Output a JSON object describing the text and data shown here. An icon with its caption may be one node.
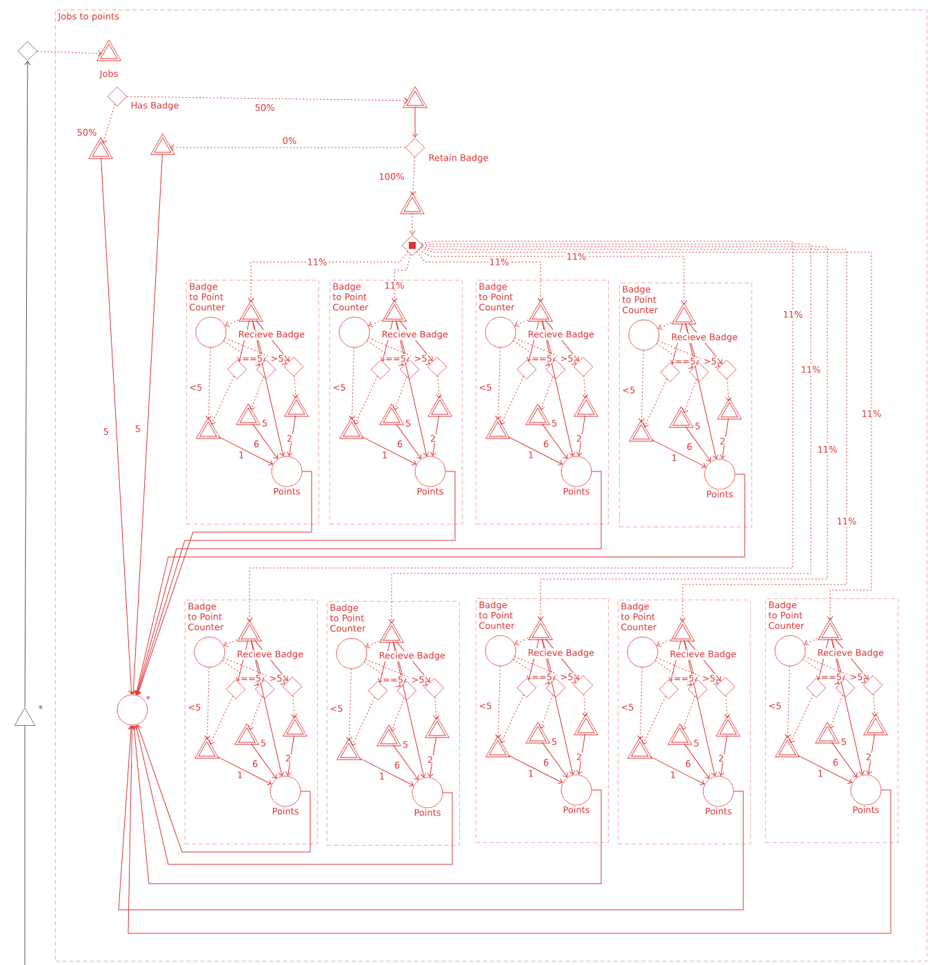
{
  "diagram": {
    "nodes": [
      {
        "text": [
          "Jobs to points"
        ]
      },
      {
        "text": [],
        "shape": "diamond"
      },
      {
        "text": [],
        "shape": "triangle",
        "beside": [
          "*"
        ]
      },
      {
        "text": [],
        "shape": "triangle",
        "beside": [
          "Jobs"
        ],
        "in": 0
      },
      {
        "text": [],
        "shape": "diamond",
        "beside": [
          "Has Badge"
        ],
        "in": 0
      },
      {
        "text": [],
        "shape": "triangle",
        "in": 0
      },
      {
        "text": [],
        "shape": "diamond",
        "beside": [
          "Retain Badge"
        ],
        "in": 0
      },
      {
        "text": [],
        "shape": "triangle",
        "in": 0
      },
      {
        "text": [],
        "shape": "triangle",
        "in": 0
      },
      {
        "text": [],
        "shape": "triangle",
        "in": 0
      },
      {
        "text": [],
        "shape": "dice",
        "in": 0
      },
      {
        "text": [],
        "shape": "circle",
        "beside": [
          "*"
        ],
        "in": 0
      },
      {
        "text": [
          "Badge to Point Counter"
        ],
        "in": 0
      },
      {
        "text": [],
        "shape": "circle",
        "in": 12
      },
      {
        "text": [],
        "shape": "triangle",
        "beside": [
          "Recieve Badge"
        ],
        "in": 12
      },
      {
        "text": [],
        "shape": "diamond",
        "in": 12
      },
      {
        "text": [],
        "shape": "diamond",
        "in": 12
      },
      {
        "text": [],
        "shape": "diamond",
        "in": 12
      },
      {
        "text": [],
        "shape": "triangle",
        "in": 12
      },
      {
        "text": [],
        "shape": "triangle",
        "in": 12
      },
      {
        "text": [],
        "shape": "triangle",
        "in": 12
      },
      {
        "text": [],
        "shape": "circle",
        "beside": [
          "Points"
        ],
        "in": 12
      },
      {
        "text": [
          "Badge to Point Counter"
        ],
        "in": 0
      },
      {
        "text": [],
        "shape": "circle",
        "in": 22
      },
      {
        "text": [],
        "shape": "triangle",
        "beside": [
          "Recieve Badge"
        ],
        "in": 22
      },
      {
        "text": [],
        "shape": "diamond",
        "in": 22
      },
      {
        "text": [],
        "shape": "diamond",
        "in": 22
      },
      {
        "text": [],
        "shape": "diamond",
        "in": 22
      },
      {
        "text": [],
        "shape": "triangle",
        "in": 22
      },
      {
        "text": [],
        "shape": "triangle",
        "in": 22
      },
      {
        "text": [],
        "shape": "triangle",
        "in": 22
      },
      {
        "text": [],
        "shape": "circle",
        "beside": [
          "Points"
        ],
        "in": 22
      },
      {
        "text": [
          "Badge to Point Counter"
        ],
        "in": 0
      },
      {
        "text": [],
        "shape": "circle",
        "in": 32
      },
      {
        "text": [],
        "shape": "triangle",
        "beside": [
          "Recieve Badge"
        ],
        "in": 32
      },
      {
        "text": [],
        "shape": "diamond",
        "in": 32
      },
      {
        "text": [],
        "shape": "diamond",
        "in": 32
      },
      {
        "text": [],
        "shape": "diamond",
        "in": 32
      },
      {
        "text": [],
        "shape": "triangle",
        "in": 32
      },
      {
        "text": [],
        "shape": "triangle",
        "in": 32
      },
      {
        "text": [],
        "shape": "triangle",
        "in": 32
      },
      {
        "text": [],
        "shape": "circle",
        "beside": [
          "Points"
        ],
        "in": 32
      },
      {
        "text": [
          "Badge to Point Counter"
        ],
        "in": 0
      },
      {
        "text": [],
        "shape": "circle",
        "in": 42
      },
      {
        "text": [],
        "shape": "triangle",
        "beside": [
          "Recieve Badge"
        ],
        "in": 42
      },
      {
        "text": [],
        "shape": "diamond",
        "in": 42
      },
      {
        "text": [],
        "shape": "diamond",
        "in": 42
      },
      {
        "text": [],
        "shape": "diamond",
        "in": 42
      },
      {
        "text": [],
        "shape": "triangle",
        "in": 42
      },
      {
        "text": [],
        "shape": "triangle",
        "in": 42
      },
      {
        "text": [],
        "shape": "triangle",
        "in": 42
      },
      {
        "text": [],
        "shape": "circle",
        "beside": [
          "Points"
        ],
        "in": 42
      },
      {
        "text": [
          "Badge to Point Counter"
        ],
        "in": 0
      },
      {
        "text": [],
        "shape": "circle",
        "in": 52
      },
      {
        "text": [],
        "shape": "triangle",
        "beside": [
          "Recieve Badge"
        ],
        "in": 52
      },
      {
        "text": [],
        "shape": "diamond",
        "in": 52
      },
      {
        "text": [],
        "shape": "diamond",
        "in": 52
      },
      {
        "text": [],
        "shape": "diamond",
        "in": 52
      },
      {
        "text": [],
        "shape": "triangle",
        "in": 52
      },
      {
        "text": [],
        "shape": "triangle",
        "in": 52
      },
      {
        "text": [],
        "shape": "triangle",
        "in": 52
      },
      {
        "text": [],
        "shape": "circle",
        "beside": [
          "Points"
        ],
        "in": 52
      },
      {
        "text": [
          "Badge to Point Counter"
        ],
        "in": 0
      },
      {
        "text": [],
        "shape": "circle",
        "in": 62
      },
      {
        "text": [],
        "shape": "triangle",
        "beside": [
          "Recieve Badge"
        ],
        "in": 62
      },
      {
        "text": [],
        "shape": "diamond",
        "in": 62
      },
      {
        "text": [],
        "shape": "diamond",
        "in": 62
      },
      {
        "text": [],
        "shape": "diamond",
        "in": 62
      },
      {
        "text": [],
        "shape": "triangle",
        "in": 62
      },
      {
        "text": [],
        "shape": "triangle",
        "in": 62
      },
      {
        "text": [],
        "shape": "triangle",
        "in": 62
      },
      {
        "text": [],
        "shape": "circle",
        "beside": [
          "Points"
        ],
        "in": 62
      },
      {
        "text": [
          "Badge to Point Counter"
        ],
        "in": 0
      },
      {
        "text": [],
        "shape": "circle",
        "in": 72
      },
      {
        "text": [],
        "shape": "triangle",
        "beside": [
          "Recieve Badge"
        ],
        "in": 72
      },
      {
        "text": [],
        "shape": "diamond",
        "in": 72
      },
      {
        "text": [],
        "shape": "diamond",
        "in": 72
      },
      {
        "text": [],
        "shape": "diamond",
        "in": 72
      },
      {
        "text": [],
        "shape": "triangle",
        "in": 72
      },
      {
        "text": [],
        "shape": "triangle",
        "in": 72
      },
      {
        "text": [],
        "shape": "triangle",
        "in": 72
      },
      {
        "text": [],
        "shape": "circle",
        "beside": [
          "Points"
        ],
        "in": 72
      },
      {
        "text": [
          "Badge to Point Counter"
        ],
        "in": 0
      },
      {
        "text": [],
        "shape": "circle",
        "in": 82
      },
      {
        "text": [],
        "shape": "triangle",
        "beside": [
          "Recieve Badge"
        ],
        "in": 82
      },
      {
        "text": [],
        "shape": "diamond",
        "in": 82
      },
      {
        "text": [],
        "shape": "diamond",
        "in": 82
      },
      {
        "text": [],
        "shape": "diamond",
        "in": 82
      },
      {
        "text": [],
        "shape": "triangle",
        "in": 82
      },
      {
        "text": [],
        "shape": "triangle",
        "in": 82
      },
      {
        "text": [],
        "shape": "triangle",
        "in": 82
      },
      {
        "text": [],
        "shape": "circle",
        "beside": [
          "Points"
        ],
        "in": 82
      },
      {
        "text": [
          "Badge to Point Counter"
        ],
        "in": 0
      },
      {
        "text": [],
        "shape": "circle",
        "in": 92
      },
      {
        "text": [],
        "shape": "triangle",
        "beside": [
          "Recieve Badge"
        ],
        "in": 92
      },
      {
        "text": [],
        "shape": "diamond",
        "in": 92
      },
      {
        "text": [],
        "shape": "diamond",
        "in": 92
      },
      {
        "text": [],
        "shape": "diamond",
        "in": 92
      },
      {
        "text": [],
        "shape": "triangle",
        "in": 92
      },
      {
        "text": [],
        "shape": "triangle",
        "in": 92
      },
      {
        "text": [],
        "shape": "triangle",
        "in": 92
      },
      {
        "text": [],
        "shape": "circle",
        "beside": [
          "Points"
        ],
        "in": 92
      }
    ],
    "edges": [
      {
        "from": 1,
        "to": 3,
        "arrow": "to",
        "style": "dashed"
      },
      {
        "from": 2,
        "to": 1,
        "arrow": "to",
        "color": "#555555"
      },
      {
        "from": null,
        "to": 2,
        "arrow": "none",
        "color": "#555555"
      },
      {
        "from": 4,
        "to": 5,
        "arrow": "to",
        "style": "dashed",
        "label": "50%"
      },
      {
        "from": 4,
        "to": 7,
        "arrow": "to",
        "style": "dashed",
        "label": "50%"
      },
      {
        "from": 5,
        "to": 6,
        "arrow": "to"
      },
      {
        "from": 6,
        "to": 8,
        "arrow": "to",
        "style": "dashed",
        "label": "0%"
      },
      {
        "from": 6,
        "to": 9,
        "arrow": "to",
        "style": "dashed",
        "label": "100%"
      },
      {
        "from": 9,
        "to": 10,
        "arrow": "to",
        "style": "dashed"
      },
      {
        "from": 7,
        "to": 11,
        "arrow": "to",
        "label": "5"
      },
      {
        "from": 8,
        "to": 11,
        "arrow": "to",
        "label": "5"
      },
      {
        "from": 14,
        "to": 13,
        "arrow": "to",
        "style": "dashed"
      },
      {
        "from": 14,
        "to": 15,
        "arrow": "to"
      },
      {
        "from": 14,
        "to": 16,
        "arrow": "to"
      },
      {
        "from": 14,
        "to": 17,
        "arrow": "to"
      },
      {
        "from": 14,
        "to": 21,
        "arrow": "to",
        "label": "5"
      },
      {
        "from": 13,
        "to": 18,
        "arrow": "to",
        "style": "dashed",
        "label": "<5"
      },
      {
        "from": 13,
        "to": 16,
        "arrow": "to",
        "style": "dashed",
        "label": "==5"
      },
      {
        "from": 13,
        "to": 17,
        "arrow": "to",
        "style": "dashed",
        "label": ">5"
      },
      {
        "from": 15,
        "to": 18,
        "arrow": "to",
        "style": "dashed"
      },
      {
        "from": 16,
        "to": 19,
        "arrow": "to",
        "style": "dashed"
      },
      {
        "from": 17,
        "to": 20,
        "arrow": "to",
        "style": "dashed"
      },
      {
        "from": 18,
        "to": 21,
        "arrow": "to",
        "label": "1"
      },
      {
        "from": 19,
        "to": 21,
        "arrow": "to",
        "label": "6"
      },
      {
        "from": 20,
        "to": 21,
        "arrow": "to",
        "label": "2"
      },
      {
        "from": 21,
        "to": 11,
        "arrow": "to"
      },
      {
        "from": 10,
        "to": 14,
        "arrow": "to",
        "style": "dashed",
        "label": "11%"
      },
      {
        "from": 24,
        "to": 23,
        "arrow": "to",
        "style": "dashed"
      },
      {
        "from": 24,
        "to": 25,
        "arrow": "to"
      },
      {
        "from": 24,
        "to": 26,
        "arrow": "to"
      },
      {
        "from": 24,
        "to": 27,
        "arrow": "to"
      },
      {
        "from": 24,
        "to": 31,
        "arrow": "to",
        "label": "5"
      },
      {
        "from": 23,
        "to": 28,
        "arrow": "to",
        "style": "dashed",
        "label": "<5"
      },
      {
        "from": 23,
        "to": 26,
        "arrow": "to",
        "style": "dashed",
        "label": "==5"
      },
      {
        "from": 23,
        "to": 27,
        "arrow": "to",
        "style": "dashed",
        "label": ">5"
      },
      {
        "from": 25,
        "to": 28,
        "arrow": "to",
        "style": "dashed"
      },
      {
        "from": 26,
        "to": 29,
        "arrow": "to",
        "style": "dashed"
      },
      {
        "from": 27,
        "to": 30,
        "arrow": "to",
        "style": "dashed"
      },
      {
        "from": 28,
        "to": 31,
        "arrow": "to",
        "label": "1"
      },
      {
        "from": 29,
        "to": 31,
        "arrow": "to",
        "label": "6"
      },
      {
        "from": 30,
        "to": 31,
        "arrow": "to",
        "label": "2"
      },
      {
        "from": 31,
        "to": 11,
        "arrow": "to"
      },
      {
        "from": 10,
        "to": 24,
        "arrow": "to",
        "style": "dashed",
        "label": "11%"
      },
      {
        "from": 34,
        "to": 33,
        "arrow": "to",
        "style": "dashed"
      },
      {
        "from": 34,
        "to": 35,
        "arrow": "to"
      },
      {
        "from": 34,
        "to": 36,
        "arrow": "to"
      },
      {
        "from": 34,
        "to": 37,
        "arrow": "to"
      },
      {
        "from": 34,
        "to": 41,
        "arrow": "to",
        "label": "5"
      },
      {
        "from": 33,
        "to": 38,
        "arrow": "to",
        "style": "dashed",
        "label": "<5"
      },
      {
        "from": 33,
        "to": 36,
        "arrow": "to",
        "style": "dashed",
        "label": "==5"
      },
      {
        "from": 33,
        "to": 37,
        "arrow": "to",
        "style": "dashed",
        "label": ">5"
      },
      {
        "from": 35,
        "to": 38,
        "arrow": "to",
        "style": "dashed"
      },
      {
        "from": 36,
        "to": 39,
        "arrow": "to",
        "style": "dashed"
      },
      {
        "from": 37,
        "to": 40,
        "arrow": "to",
        "style": "dashed"
      },
      {
        "from": 38,
        "to": 41,
        "arrow": "to",
        "label": "1"
      },
      {
        "from": 39,
        "to": 41,
        "arrow": "to",
        "label": "6"
      },
      {
        "from": 40,
        "to": 41,
        "arrow": "to",
        "label": "2"
      },
      {
        "from": 41,
        "to": 11,
        "arrow": "to"
      },
      {
        "from": 10,
        "to": 34,
        "arrow": "to",
        "style": "dashed",
        "label": "11%"
      },
      {
        "from": 44,
        "to": 43,
        "arrow": "to",
        "style": "dashed"
      },
      {
        "from": 44,
        "to": 45,
        "arrow": "to"
      },
      {
        "from": 44,
        "to": 46,
        "arrow": "to"
      },
      {
        "from": 44,
        "to": 47,
        "arrow": "to"
      },
      {
        "from": 44,
        "to": 51,
        "arrow": "to",
        "label": "5"
      },
      {
        "from": 43,
        "to": 48,
        "arrow": "to",
        "style": "dashed",
        "label": "<5"
      },
      {
        "from": 43,
        "to": 46,
        "arrow": "to",
        "style": "dashed",
        "label": "==5"
      },
      {
        "from": 43,
        "to": 47,
        "arrow": "to",
        "style": "dashed",
        "label": ">5"
      },
      {
        "from": 45,
        "to": 48,
        "arrow": "to",
        "style": "dashed"
      },
      {
        "from": 46,
        "to": 49,
        "arrow": "to",
        "style": "dashed"
      },
      {
        "from": 47,
        "to": 50,
        "arrow": "to",
        "style": "dashed"
      },
      {
        "from": 48,
        "to": 51,
        "arrow": "to",
        "label": "1"
      },
      {
        "from": 49,
        "to": 51,
        "arrow": "to",
        "label": "6"
      },
      {
        "from": 50,
        "to": 51,
        "arrow": "to",
        "label": "2"
      },
      {
        "from": 51,
        "to": 11,
        "arrow": "to"
      },
      {
        "from": 10,
        "to": 44,
        "arrow": "to",
        "style": "dashed",
        "label": "11%"
      },
      {
        "from": 54,
        "to": 53,
        "arrow": "to",
        "style": "dashed"
      },
      {
        "from": 54,
        "to": 55,
        "arrow": "to"
      },
      {
        "from": 54,
        "to": 56,
        "arrow": "to"
      },
      {
        "from": 54,
        "to": 57,
        "arrow": "to"
      },
      {
        "from": 54,
        "to": 61,
        "arrow": "to",
        "label": "5"
      },
      {
        "from": 53,
        "to": 58,
        "arrow": "to",
        "style": "dashed",
        "label": "<5"
      },
      {
        "from": 53,
        "to": 56,
        "arrow": "to",
        "style": "dashed",
        "label": "==5"
      },
      {
        "from": 53,
        "to": 57,
        "arrow": "to",
        "style": "dashed",
        "label": ">5"
      },
      {
        "from": 55,
        "to": 58,
        "arrow": "to",
        "style": "dashed"
      },
      {
        "from": 56,
        "to": 59,
        "arrow": "to",
        "style": "dashed"
      },
      {
        "from": 57,
        "to": 60,
        "arrow": "to",
        "style": "dashed"
      },
      {
        "from": 58,
        "to": 61,
        "arrow": "to",
        "label": "1"
      },
      {
        "from": 59,
        "to": 61,
        "arrow": "to",
        "label": "6"
      },
      {
        "from": 60,
        "to": 61,
        "arrow": "to",
        "label": "2"
      },
      {
        "from": 61,
        "to": 11,
        "arrow": "to"
      },
      {
        "from": 10,
        "to": 54,
        "arrow": "to",
        "style": "dashed",
        "label": "11%"
      },
      {
        "from": 64,
        "to": 63,
        "arrow": "to",
        "style": "dashed"
      },
      {
        "from": 64,
        "to": 65,
        "arrow": "to"
      },
      {
        "from": 64,
        "to": 66,
        "arrow": "to"
      },
      {
        "from": 64,
        "to": 67,
        "arrow": "to"
      },
      {
        "from": 64,
        "to": 71,
        "arrow": "to",
        "label": "5"
      },
      {
        "from": 63,
        "to": 68,
        "arrow": "to",
        "style": "dashed",
        "label": "<5"
      },
      {
        "from": 63,
        "to": 66,
        "arrow": "to",
        "style": "dashed",
        "label": "==5"
      },
      {
        "from": 63,
        "to": 67,
        "arrow": "to",
        "style": "dashed",
        "label": ">5"
      },
      {
        "from": 65,
        "to": 68,
        "arrow": "to",
        "style": "dashed"
      },
      {
        "from": 66,
        "to": 69,
        "arrow": "to",
        "style": "dashed"
      },
      {
        "from": 67,
        "to": 70,
        "arrow": "to",
        "style": "dashed"
      },
      {
        "from": 68,
        "to": 71,
        "arrow": "to",
        "label": "1"
      },
      {
        "from": 69,
        "to": 71,
        "arrow": "to",
        "label": "6"
      },
      {
        "from": 70,
        "to": 71,
        "arrow": "to",
        "label": "2"
      },
      {
        "from": 71,
        "to": 11,
        "arrow": "to"
      },
      {
        "from": 10,
        "to": 64,
        "arrow": "to",
        "style": "dashed",
        "label": "11%"
      },
      {
        "from": 74,
        "to": 73,
        "arrow": "to",
        "style": "dashed"
      },
      {
        "from": 74,
        "to": 75,
        "arrow": "to"
      },
      {
        "from": 74,
        "to": 76,
        "arrow": "to"
      },
      {
        "from": 74,
        "to": 77,
        "arrow": "to"
      },
      {
        "from": 74,
        "to": 81,
        "arrow": "to",
        "label": "5"
      },
      {
        "from": 73,
        "to": 78,
        "arrow": "to",
        "style": "dashed",
        "label": "<5"
      },
      {
        "from": 73,
        "to": 76,
        "arrow": "to",
        "style": "dashed",
        "label": "==5"
      },
      {
        "from": 73,
        "to": 77,
        "arrow": "to",
        "style": "dashed",
        "label": ">5"
      },
      {
        "from": 75,
        "to": 78,
        "arrow": "to",
        "style": "dashed"
      },
      {
        "from": 76,
        "to": 79,
        "arrow": "to",
        "style": "dashed"
      },
      {
        "from": 77,
        "to": 80,
        "arrow": "to",
        "style": "dashed"
      },
      {
        "from": 78,
        "to": 81,
        "arrow": "to",
        "label": "1"
      },
      {
        "from": 79,
        "to": 81,
        "arrow": "to",
        "label": "6"
      },
      {
        "from": 80,
        "to": 81,
        "arrow": "to",
        "label": "2"
      },
      {
        "from": 81,
        "to": 11,
        "arrow": "to"
      },
      {
        "from": 10,
        "to": 74,
        "arrow": "to",
        "style": "dashed",
        "label": "11%"
      },
      {
        "from": 84,
        "to": 83,
        "arrow": "to",
        "style": "dashed"
      },
      {
        "from": 84,
        "to": 85,
        "arrow": "to"
      },
      {
        "from": 84,
        "to": 86,
        "arrow": "to"
      },
      {
        "from": 84,
        "to": 87,
        "arrow": "to"
      },
      {
        "from": 84,
        "to": 91,
        "arrow": "to",
        "label": "5"
      },
      {
        "from": 83,
        "to": 88,
        "arrow": "to",
        "style": "dashed",
        "label": "<5"
      },
      {
        "from": 83,
        "to": 86,
        "arrow": "to",
        "style": "dashed",
        "label": "==5"
      },
      {
        "from": 83,
        "to": 87,
        "arrow": "to",
        "style": "dashed",
        "label": ">5"
      },
      {
        "from": 85,
        "to": 88,
        "arrow": "to",
        "style": "dashed"
      },
      {
        "from": 86,
        "to": 89,
        "arrow": "to",
        "style": "dashed"
      },
      {
        "from": 87,
        "to": 90,
        "arrow": "to",
        "style": "dashed"
      },
      {
        "from": 88,
        "to": 91,
        "arrow": "to",
        "label": "1"
      },
      {
        "from": 89,
        "to": 91,
        "arrow": "to",
        "label": "6"
      },
      {
        "from": 90,
        "to": 91,
        "arrow": "to",
        "label": "2"
      },
      {
        "from": 91,
        "to": 11,
        "arrow": "to"
      },
      {
        "from": 10,
        "to": 84,
        "arrow": "to",
        "style": "dashed",
        "label": "11%"
      },
      {
        "from": 94,
        "to": 93,
        "arrow": "to",
        "style": "dashed"
      },
      {
        "from": 94,
        "to": 95,
        "arrow": "to"
      },
      {
        "from": 94,
        "to": 96,
        "arrow": "to"
      },
      {
        "from": 94,
        "to": 97,
        "arrow": "to"
      },
      {
        "from": 94,
        "to": 101,
        "arrow": "to",
        "label": "5"
      },
      {
        "from": 93,
        "to": 98,
        "arrow": "to",
        "style": "dashed",
        "label": "<5"
      },
      {
        "from": 93,
        "to": 96,
        "arrow": "to",
        "style": "dashed",
        "label": "==5"
      },
      {
        "from": 93,
        "to": 97,
        "arrow": "to",
        "style": "dashed",
        "label": ">5"
      },
      {
        "from": 95,
        "to": 98,
        "arrow": "to",
        "style": "dashed"
      },
      {
        "from": 96,
        "to": 99,
        "arrow": "to",
        "style": "dashed"
      },
      {
        "from": 97,
        "to": 100,
        "arrow": "to",
        "style": "dashed"
      },
      {
        "from": 98,
        "to": 101,
        "arrow": "to",
        "label": "1"
      },
      {
        "from": 99,
        "to": 101,
        "arrow": "to",
        "label": "6"
      },
      {
        "from": 100,
        "to": 101,
        "arrow": "to",
        "label": "2"
      },
      {
        "from": 101,
        "to": 11,
        "arrow": "to"
      },
      {
        "from": 10,
        "to": 94,
        "arrow": "to",
        "style": "dashed",
        "label": "11%"
      }
    ]
  }
}
